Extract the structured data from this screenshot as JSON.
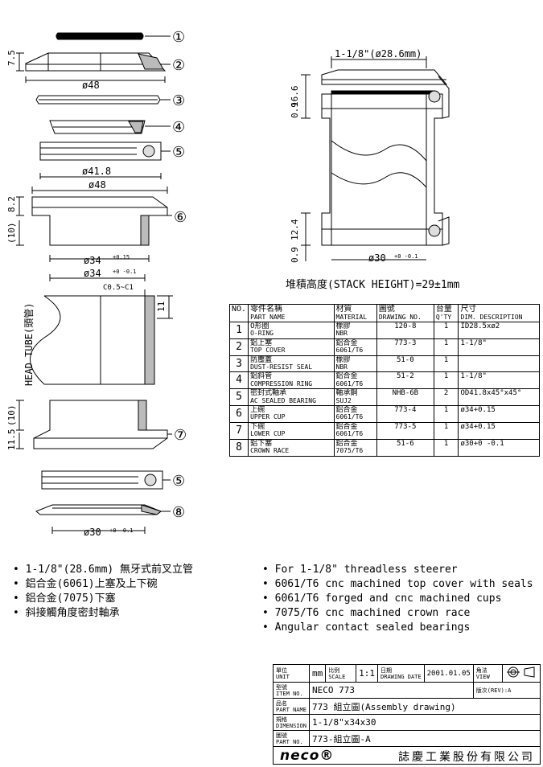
{
  "callouts": [
    "①",
    "②",
    "③",
    "④",
    "⑤",
    "⑥",
    "⑦",
    "⑤",
    "⑧"
  ],
  "dims": {
    "d_7_5": "7.5",
    "d_48_top": "ø48",
    "d_41_8": "ø41.8",
    "d_48_cup": "ø48",
    "d_8_2": "8.2",
    "d_10_up": "(10)",
    "d_34_upper": "ø34",
    "d_34_upper_tol": "+0.15",
    "d_34_tube": "ø34",
    "d_34_tube_tol": "+0 -0.1",
    "chamfer": "C0.5~C1",
    "d_11": "11",
    "head_tube": "HEAD TUBE(頭管)",
    "d_10_low": "(10)",
    "d_11_5": "11.5",
    "d_30_crown": "ø30",
    "d_30_crown_tol": "+0 -0.1",
    "steerer": "1-1/8\"(ø28.6mm)",
    "d_16_6": "16.6",
    "d_0_9_top": "0.9",
    "d_12_4": "12.4",
    "d_0_9_bot": "0.9",
    "d_30_asm": "ø30",
    "d_30_asm_tol": "+0 -0.1"
  },
  "stack_height": "堆積高度(STACK HEIGHT)=29±1mm",
  "table": {
    "headers": [
      {
        "zh": "NO.",
        "en": ""
      },
      {
        "zh": "零件名稱",
        "en": "PART NAME"
      },
      {
        "zh": "材質",
        "en": "MATERIAL"
      },
      {
        "zh": "圖號",
        "en": "DRAWING NO."
      },
      {
        "zh": "台量",
        "en": "Q'TY"
      },
      {
        "zh": "尺寸",
        "en": "DIM. DESCRIPTION"
      }
    ],
    "rows": [
      {
        "no": "1",
        "name_zh": "O形圈",
        "name_en": "O-RING",
        "mat_zh": "橡膠",
        "mat_en": "NBR",
        "dwg": "120-8",
        "qty": "1",
        "dim": "ID28.5xø2"
      },
      {
        "no": "2",
        "name_zh": "鋁上塞",
        "name_en": "TOP COVER",
        "mat_zh": "鋁合金",
        "mat_en": "6061/T6",
        "dwg": "773-3",
        "qty": "1",
        "dim": "1-1/8\""
      },
      {
        "no": "3",
        "name_zh": "防塵蓋",
        "name_en": "DUST-RESIST SEAL",
        "mat_zh": "橡膠",
        "mat_en": "NBR",
        "dwg": "51-0",
        "qty": "1",
        "dim": ""
      },
      {
        "no": "4",
        "name_zh": "鋁斜管",
        "name_en": "COMPRESSION RING",
        "mat_zh": "鋁合金",
        "mat_en": "6061/T6",
        "dwg": "51-2",
        "qty": "1",
        "dim": "1-1/8\""
      },
      {
        "no": "5",
        "name_zh": "密封式軸承",
        "name_en": "AC SEALED BEARING",
        "mat_zh": "軸承鋼",
        "mat_en": "SUJ2",
        "dwg": "NHB-6B",
        "qty": "2",
        "dim": "OD41.8x45°x45°"
      },
      {
        "no": "6",
        "name_zh": "上碗",
        "name_en": "UPPER CUP",
        "mat_zh": "鋁合金",
        "mat_en": "6061/T6",
        "dwg": "773-4",
        "qty": "1",
        "dim": "ø34+0.15"
      },
      {
        "no": "7",
        "name_zh": "下碗",
        "name_en": "LOWER CUP",
        "mat_zh": "鋁合金",
        "mat_en": "6061/T6",
        "dwg": "773-5",
        "qty": "1",
        "dim": "ø34+0.15"
      },
      {
        "no": "8",
        "name_zh": "鋁下塞",
        "name_en": "CROWN RACE",
        "mat_zh": "鋁合金",
        "mat_en": "7075/T6",
        "dwg": "51-6",
        "qty": "1",
        "dim": "ø30+0 -0.1"
      }
    ]
  },
  "notes_zh": [
    "1-1/8\"(28.6mm) 無牙式前叉立管",
    "鋁合金(6061)上塞及上下碗",
    "鋁合金(7075)下塞",
    "斜接觸角度密封軸承"
  ],
  "notes_en": [
    "For 1-1/8\" threadless steerer",
    "6061/T6 cnc machined top cover with seals",
    "6061/T6 forged and cnc machined cups",
    "7075/T6 cnc machined crown race",
    "Angular contact sealed bearings"
  ],
  "title_block": {
    "unit_label_zh": "單位",
    "unit_label_en": "UNIT",
    "unit": "mm",
    "scale_label_zh": "比例",
    "scale_label_en": "SCALE",
    "scale": "1:1",
    "date_label_zh": "日期",
    "date_label_en": "DRAWING DATE",
    "date": "2001.01.05",
    "view_label_zh": "角法",
    "view_label_en": "VIEW",
    "item_label_zh": "型號",
    "item_label_en": "ITEM NO.",
    "item": "NECO 773",
    "rev_label": "版次(REV):A",
    "part_label_zh": "品名",
    "part_label_en": "PART NAME",
    "part_name": "773 組立圖(Assembly drawing)",
    "dim_label_zh": "規格",
    "dim_label_en": "DIMENSION",
    "dimension": "1-1/8\"x34x30",
    "partno_label_zh": "圖號",
    "partno_label_en": "PART NO.",
    "part_no": "773-組立圖-A"
  },
  "brand": "neco®",
  "company": "誌慶工業股份有限公司"
}
